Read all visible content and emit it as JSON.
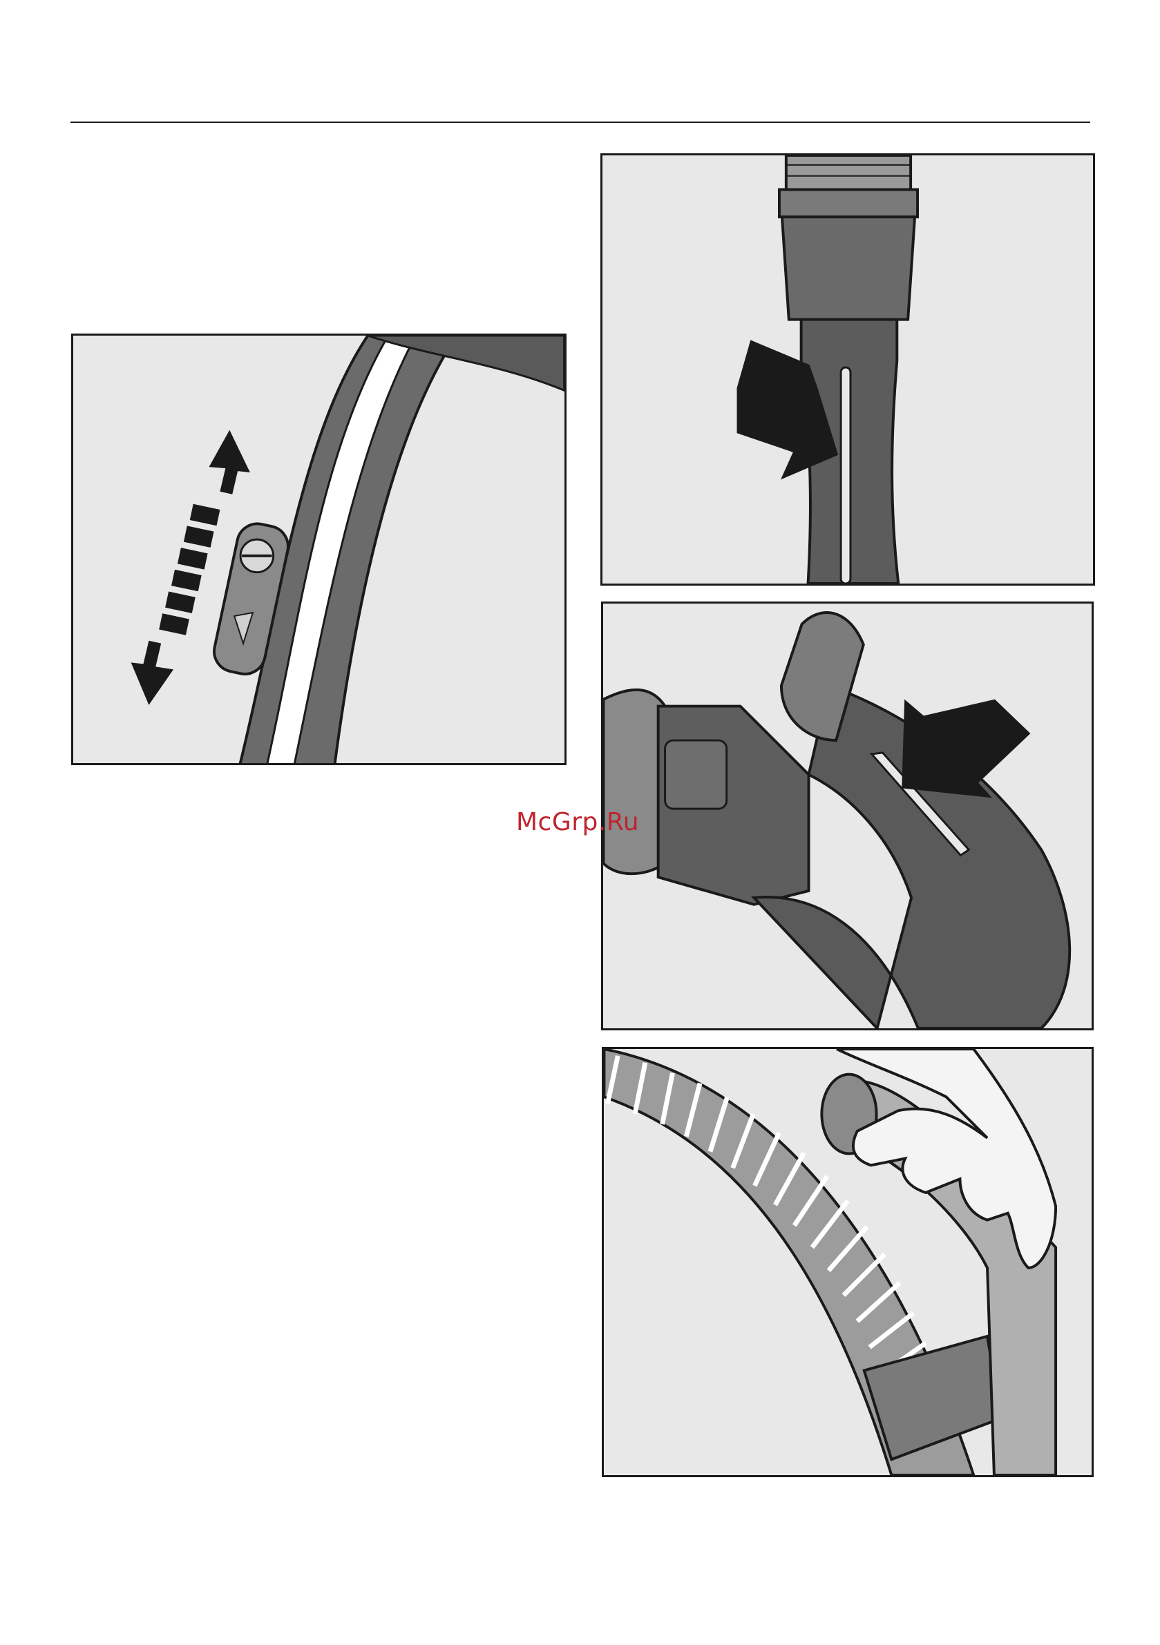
{
  "watermark": {
    "text": "McGrp.Ru",
    "color": "#c0242e"
  },
  "colors": {
    "panel_bg": "#e8e8e8",
    "line": "#1a1a1a",
    "hose_dark": "#555555"
  },
  "figures": [
    {
      "id": "handle-slider",
      "icons": [
        "double-arrow-icon",
        "slider-icon"
      ]
    },
    {
      "id": "wand-slot",
      "icons": [
        "pointer-arrow-icon"
      ]
    },
    {
      "id": "handle-slot",
      "icons": [
        "pointer-arrow-icon"
      ]
    },
    {
      "id": "hand-holding-handle",
      "icons": [
        "hand-icon"
      ]
    }
  ]
}
